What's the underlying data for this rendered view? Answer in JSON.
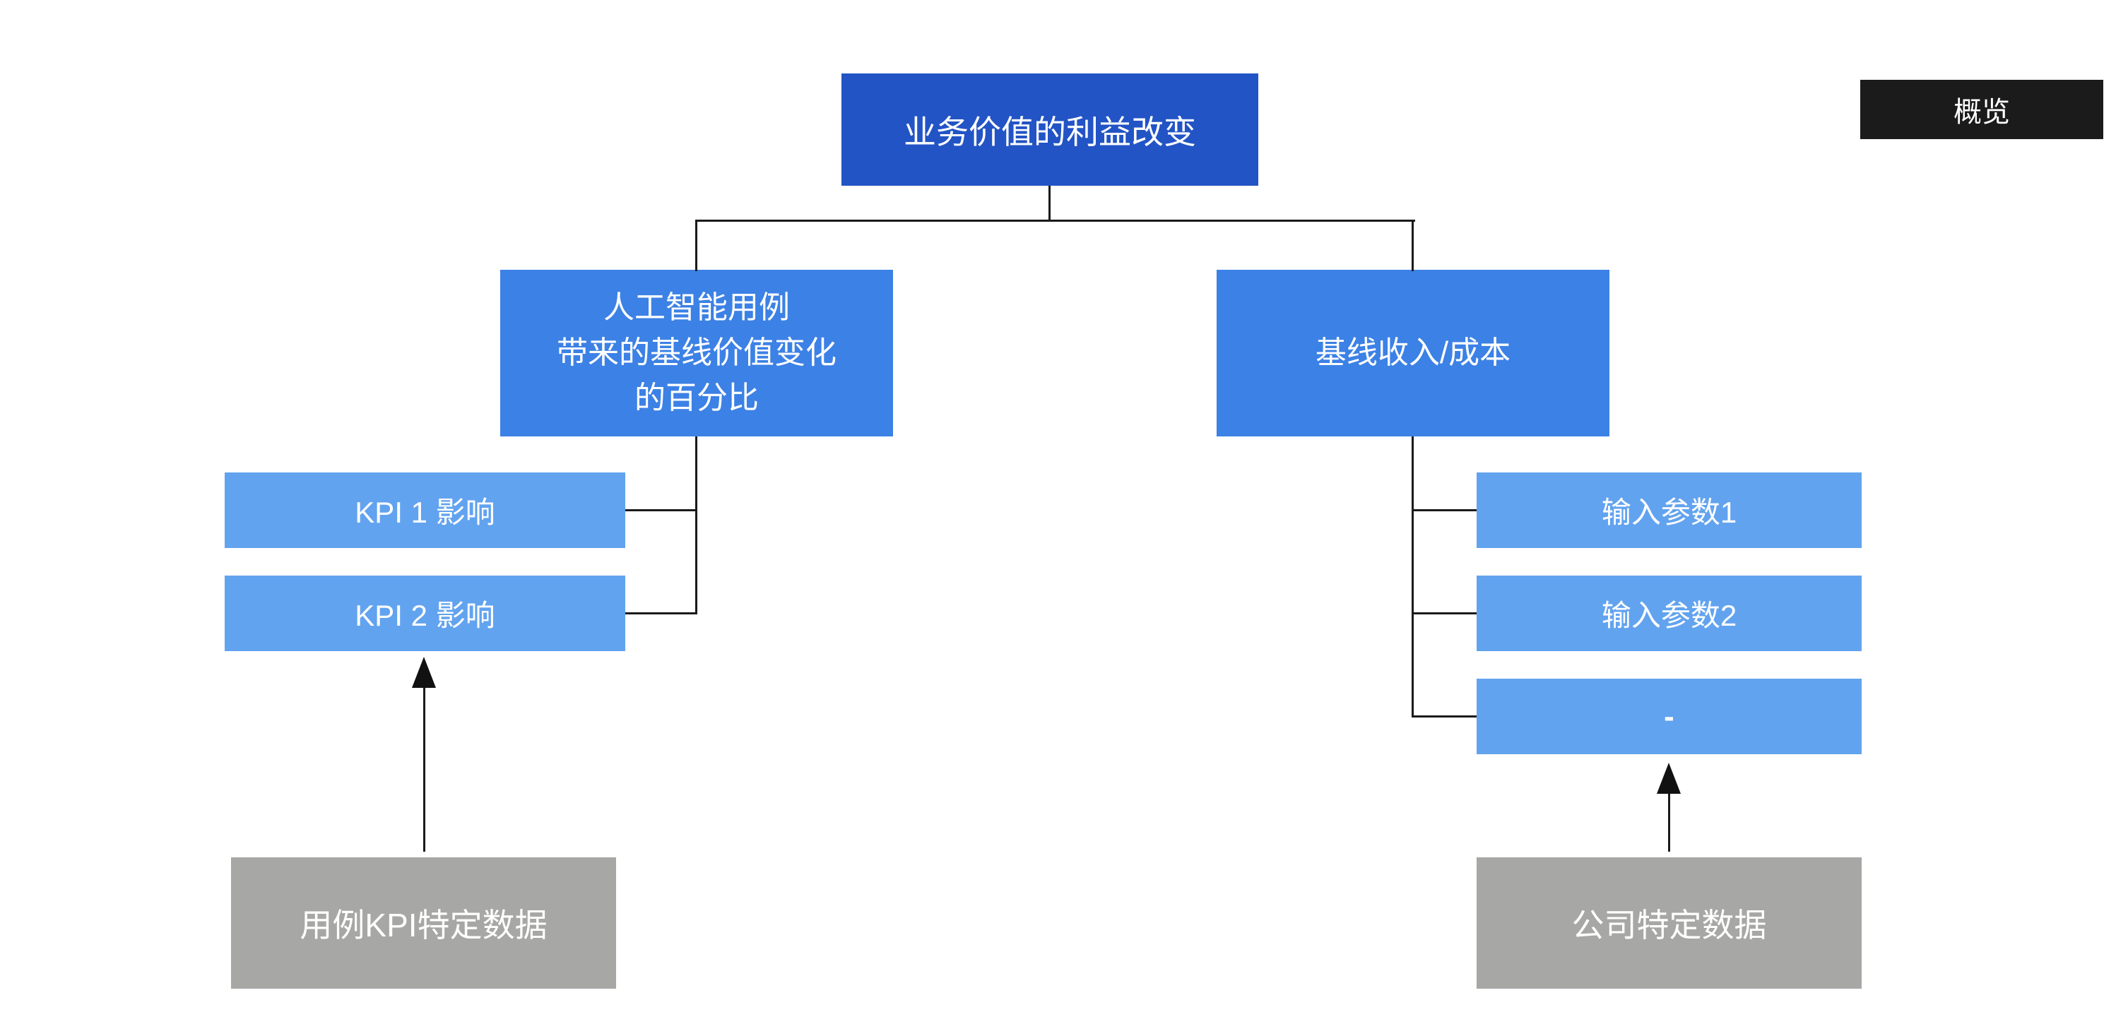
{
  "canvas": {
    "background": "#ffffff"
  },
  "overview_tag": {
    "label": "概览",
    "bg": "#1b1b1b",
    "text_color": "#ffffff"
  },
  "tree": {
    "root": {
      "label": "业务价值的利益改变",
      "bg": "#2254c5"
    },
    "left_branch": {
      "node": {
        "lines": [
          "人工智能用例",
          "带来的基线价值变化",
          "的百分比"
        ],
        "bg": "#3c81e5"
      },
      "children": [
        {
          "label": "KPI 1 影响"
        },
        {
          "label": "KPI 2 影响"
        }
      ],
      "source": {
        "label": "用例KPI特定数据",
        "bg": "#a7a7a5"
      }
    },
    "right_branch": {
      "node": {
        "label": "基线收入/成本",
        "bg": "#3c81e5"
      },
      "children": [
        {
          "label": "输入参数1"
        },
        {
          "label": "输入参数2"
        },
        {
          "label": "-"
        }
      ],
      "source": {
        "label": "公司特定数据",
        "bg": "#a7a7a5"
      }
    },
    "child_bg": "#62a3ef",
    "connector_color": "#1a1a1a",
    "text_color": "#ffffff"
  }
}
